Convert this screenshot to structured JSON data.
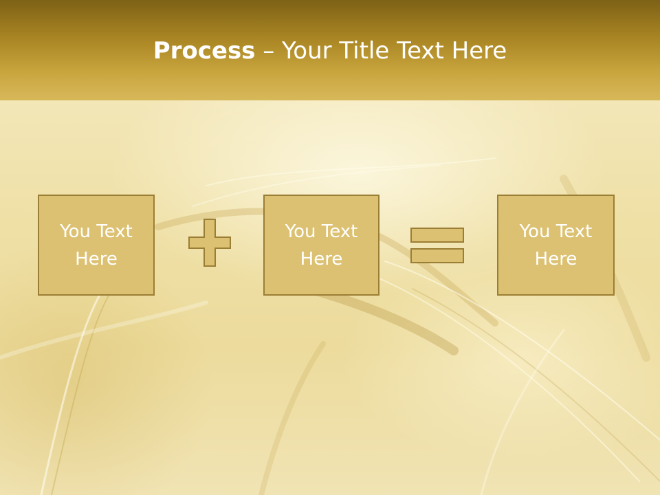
{
  "slide": {
    "title": {
      "bold_part": "Process",
      "rest_part": " – Your Title Text Here"
    },
    "process": {
      "box_1_text": "You Text Here",
      "box_2_text": "You Text Here",
      "box_3_text": "You Text Here",
      "operator_1_icon": "plus-icon",
      "operator_2_icon": "equals-icon"
    },
    "colors": {
      "header_dark": "#7d6116",
      "header_light": "#d7b85a",
      "box_fill": "#dcc172",
      "box_border": "#9b7e35",
      "text": "#ffffff"
    }
  }
}
